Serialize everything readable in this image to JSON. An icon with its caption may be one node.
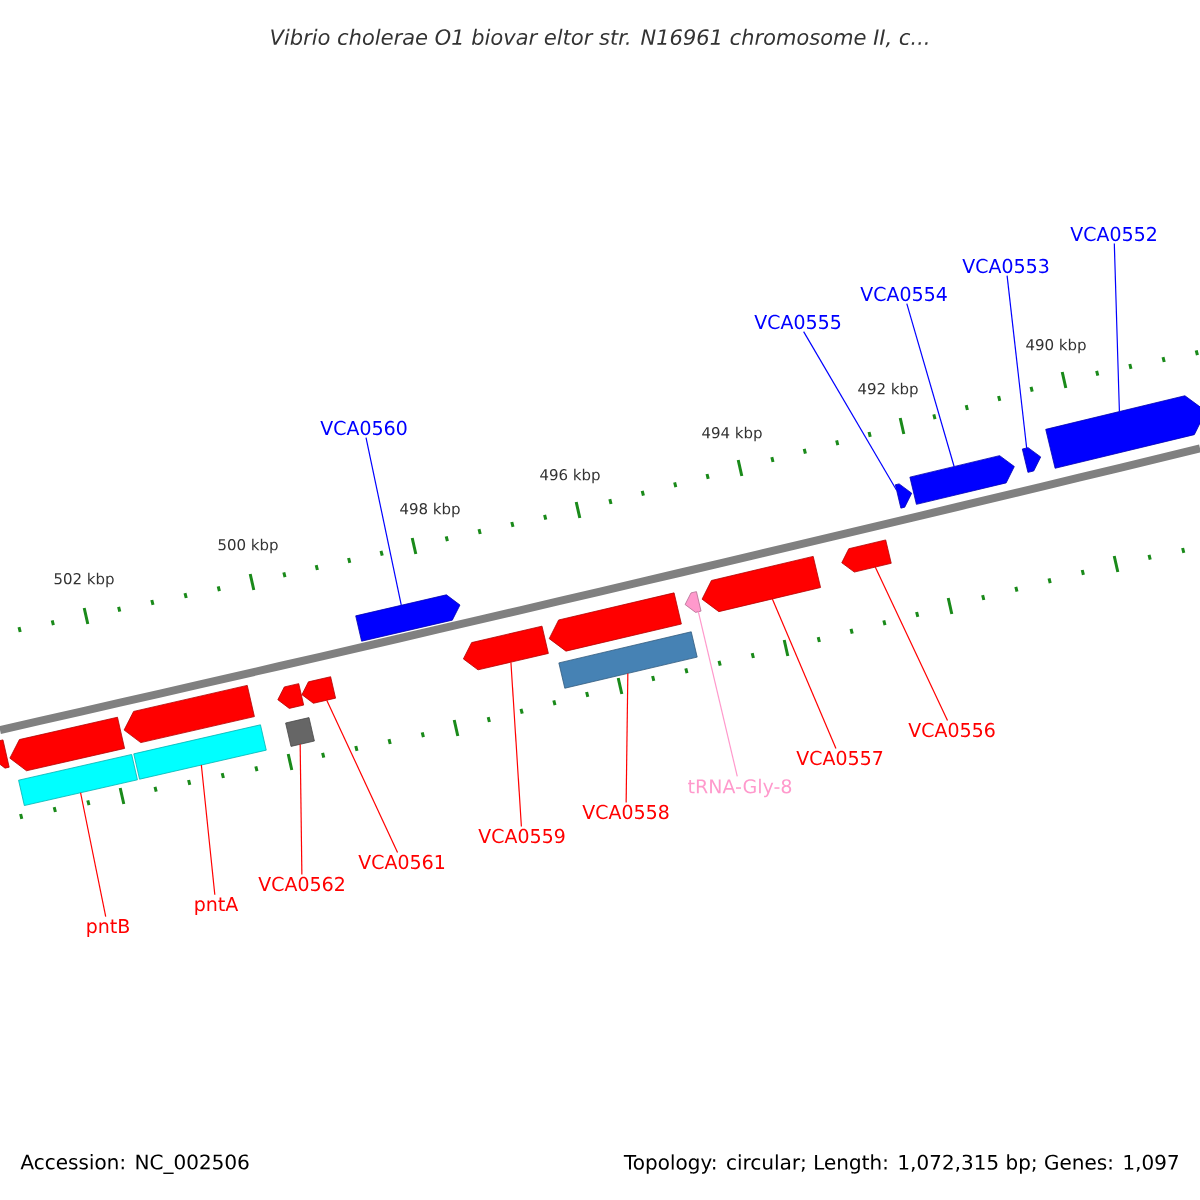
{
  "diagram": {
    "title": "Vibrio cholerae O1 biovar eltor str. N16961 chromosome II, c...",
    "nodes": [
      {
        "text": [
          "VCA0552"
        ]
      },
      {
        "text": [
          "VCA0553"
        ]
      },
      {
        "text": [
          "VCA0554"
        ]
      },
      {
        "text": [
          "VCA0555"
        ]
      },
      {
        "text": [
          "VCA0560"
        ]
      },
      {
        "text": [
          "pntB"
        ]
      },
      {
        "text": [
          "pntA"
        ]
      },
      {
        "text": [
          "VCA0562"
        ]
      },
      {
        "text": [
          "VCA0561"
        ]
      },
      {
        "text": [
          "VCA0559"
        ]
      },
      {
        "text": [
          "VCA0558"
        ]
      },
      {
        "text": [
          "tRNA-Gly-8"
        ]
      },
      {
        "text": [
          "VCA0557"
        ]
      },
      {
        "text": [
          "VCA0556"
        ]
      },
      {
        "text": [],
        "shape": "arrow"
      },
      {
        "text": [],
        "shape": "arrow"
      },
      {
        "text": [],
        "shape": "bar"
      },
      {
        "text": [],
        "shape": "arrow"
      },
      {
        "text": [],
        "shape": "bar"
      },
      {
        "text": [],
        "shape": "arrow"
      },
      {
        "text": [],
        "shape": "arrow"
      },
      {
        "text": [],
        "shape": "box"
      },
      {
        "text": [],
        "shape": "arrow"
      },
      {
        "text": [],
        "shape": "arrow"
      },
      {
        "text": [],
        "shape": "arrow"
      },
      {
        "text": [],
        "shape": "bar"
      },
      {
        "text": [],
        "shape": "arrow"
      },
      {
        "text": [],
        "shape": "arrow"
      },
      {
        "text": [],
        "shape": "arrow"
      },
      {
        "text": [],
        "shape": "arrow"
      },
      {
        "text": [],
        "shape": "arrow"
      },
      {
        "text": [],
        "shape": "arrow"
      },
      {
        "text": [],
        "shape": "arrow"
      }
    ],
    "edges": [
      {
        "from": 0,
        "to": 32,
        "arrow": "none",
        "color": "#0000ff"
      },
      {
        "from": 1,
        "to": 31,
        "arrow": "none",
        "color": "#0000ff"
      },
      {
        "from": 2,
        "to": 30,
        "arrow": "none",
        "color": "#0000ff"
      },
      {
        "from": 3,
        "to": 29,
        "arrow": "none",
        "color": "#0000ff"
      },
      {
        "from": 4,
        "to": 22,
        "arrow": "none",
        "color": "#0000ff"
      },
      {
        "from": 5,
        "to": 16,
        "arrow": "none"
      },
      {
        "from": 6,
        "to": 18,
        "arrow": "none"
      },
      {
        "from": 7,
        "to": 21,
        "arrow": "none"
      },
      {
        "from": 8,
        "to": 20,
        "arrow": "none"
      },
      {
        "from": 9,
        "to": 23,
        "arrow": "none"
      },
      {
        "from": 10,
        "to": 25,
        "arrow": "none"
      },
      {
        "from": 11,
        "to": 26,
        "arrow": "none",
        "color": "#ff99cc"
      },
      {
        "from": 12,
        "to": 27,
        "arrow": "none"
      },
      {
        "from": 13,
        "to": 28,
        "arrow": "none"
      }
    ],
    "labels": [
      "502 kbp",
      "500 kbp",
      "498 kbp",
      "496 kbp",
      "494 kbp",
      "492 kbp",
      "490 kbp",
      "Accession: NC_002506",
      "Topology: circular; Length: 1,072,315 bp; Genes: 1,097"
    ]
  }
}
